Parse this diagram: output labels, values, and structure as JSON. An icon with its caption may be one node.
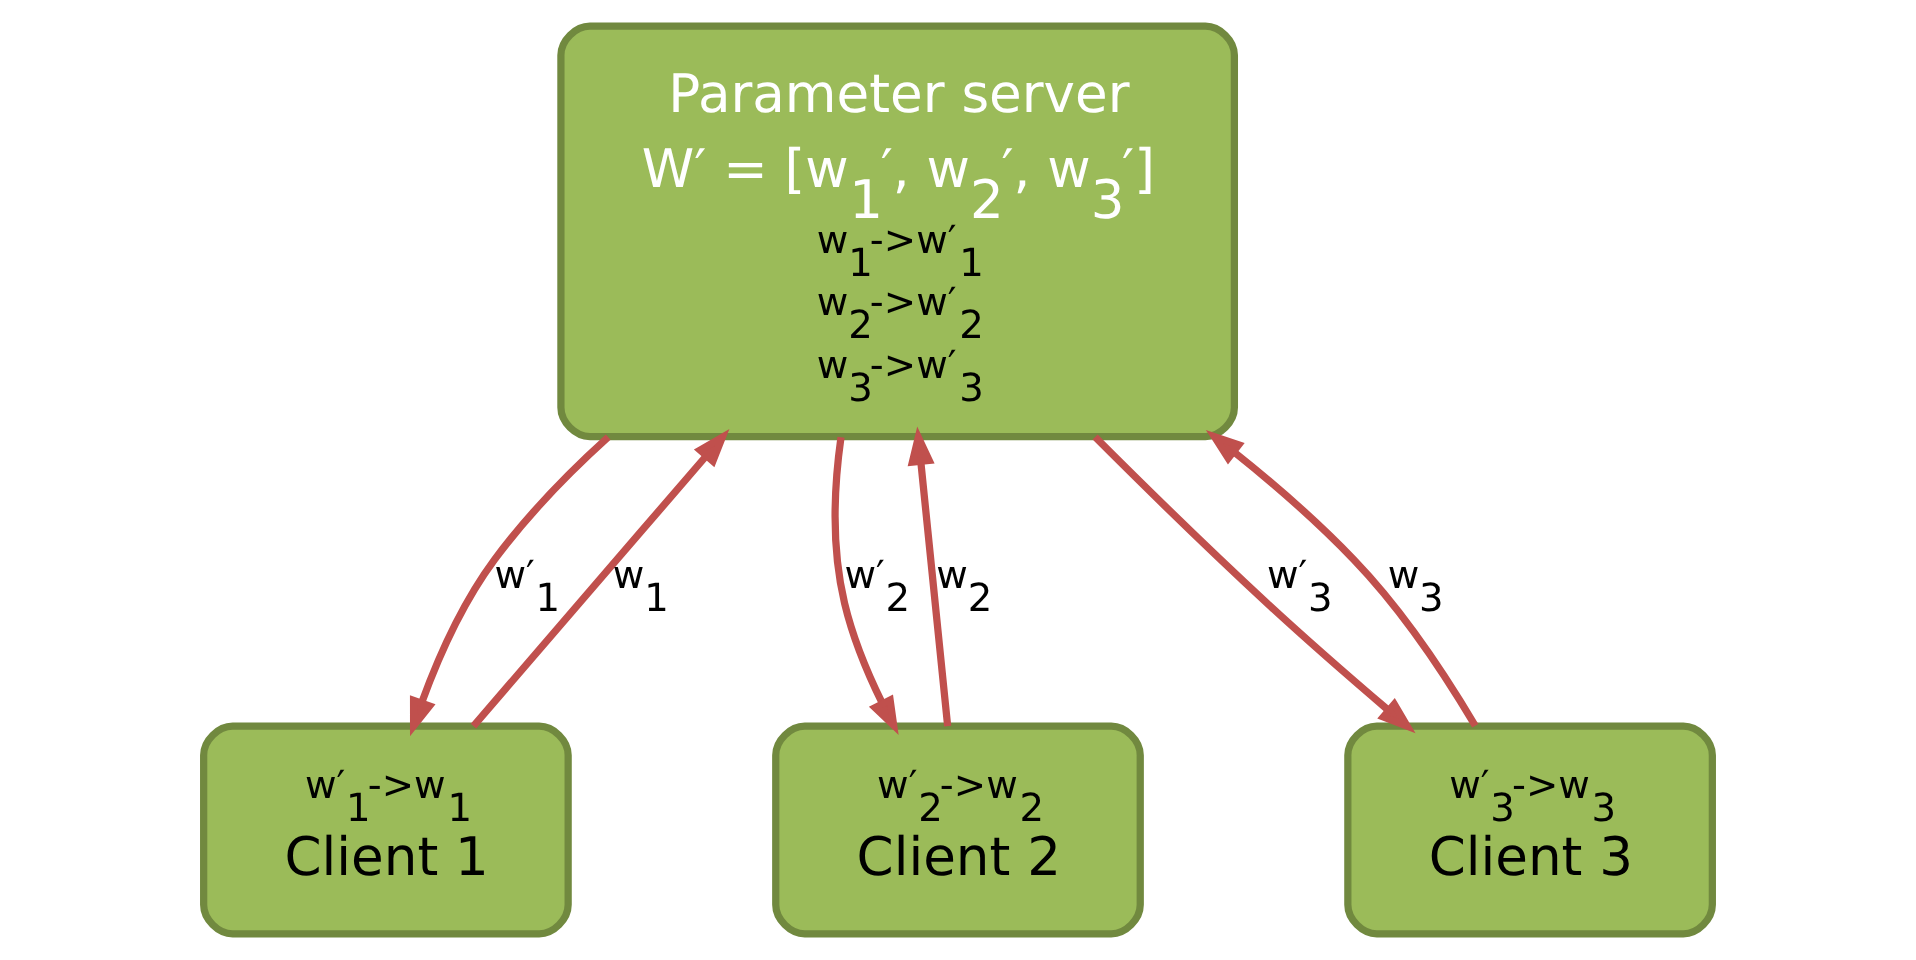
{
  "diagram": {
    "nodes": [
      {
        "text": [
          "Parameter server",
          "W′ = [w$_{1}$′, w$_{2}$′, w$_{3}$′]",
          "w$_{1}$->w′$_{1}$",
          "w$_{2}$->w′$_{2}$",
          "w$_{3}$->w′$_{3}$"
        ]
      },
      {
        "text": [
          "w′$_{1}$->w$_{1}$",
          "Client 1"
        ]
      },
      {
        "text": [
          "w′$_{2}$->w$_{2}$",
          "Client 2"
        ]
      },
      {
        "text": [
          "w′$_{3}$->w$_{3}$",
          "Client 3"
        ]
      }
    ],
    "edges": [
      {
        "from": 1,
        "to": 0,
        "arrow": "to",
        "label": "w$_{1}$"
      },
      {
        "from": 0,
        "to": 1,
        "arrow": "to",
        "label": "w′$_{1}$"
      },
      {
        "from": 2,
        "to": 0,
        "arrow": "to",
        "label": "w$_{2}$"
      },
      {
        "from": 0,
        "to": 2,
        "arrow": "to",
        "label": "w′$_{2}$"
      },
      {
        "from": 3,
        "to": 0,
        "arrow": "to",
        "label": "w$_{3}$"
      },
      {
        "from": 0,
        "to": 3,
        "arrow": "to",
        "label": "w′$_{3}$"
      }
    ]
  }
}
